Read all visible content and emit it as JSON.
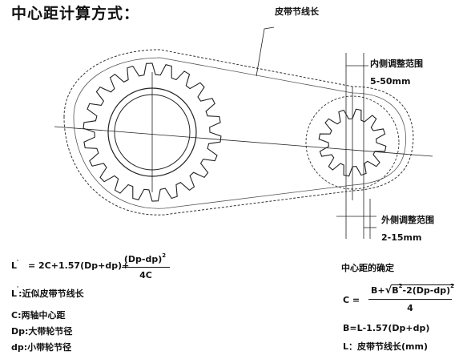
{
  "title": "中心距计算方式：",
  "labels": {
    "belt_pitch_length": "皮带节线长",
    "inner_adjust": "内侧调整范围",
    "inner_range": "5-50mm",
    "outer_adjust": "外侧调整范围",
    "outer_range": "2-15mm"
  },
  "formula_left": {
    "lhs": "L",
    "lhs_prime": "'",
    "eq": "=",
    "terms": "2C+1.57(Dp+dp)+",
    "frac_num": "(Dp-dp)",
    "frac_num_exp": "2",
    "frac_den": "4C",
    "legend": [
      {
        "sym": "L",
        "prime": "'",
        "text": ":近似皮带节线长"
      },
      {
        "sym": "",
        "prime": "",
        "text": "C:两轴中心距"
      },
      {
        "sym": "",
        "prime": "",
        "text": "Dp:大带轮节径"
      },
      {
        "sym": "",
        "prime": "",
        "text": "dp:小带轮节径"
      }
    ]
  },
  "formula_right": {
    "heading": "中心距的确定",
    "lhs": "C =",
    "num_prefix": "B+",
    "sqrt_inner": "B",
    "sqrt_exp1": "2",
    "sqrt_rest": "-2(Dp-dp)",
    "sqrt_exp2": "2",
    "den": "4",
    "b_def": "B=L-1.57(Dp+dp)",
    "l_def": "L：皮带节线长(mm)"
  }
}
